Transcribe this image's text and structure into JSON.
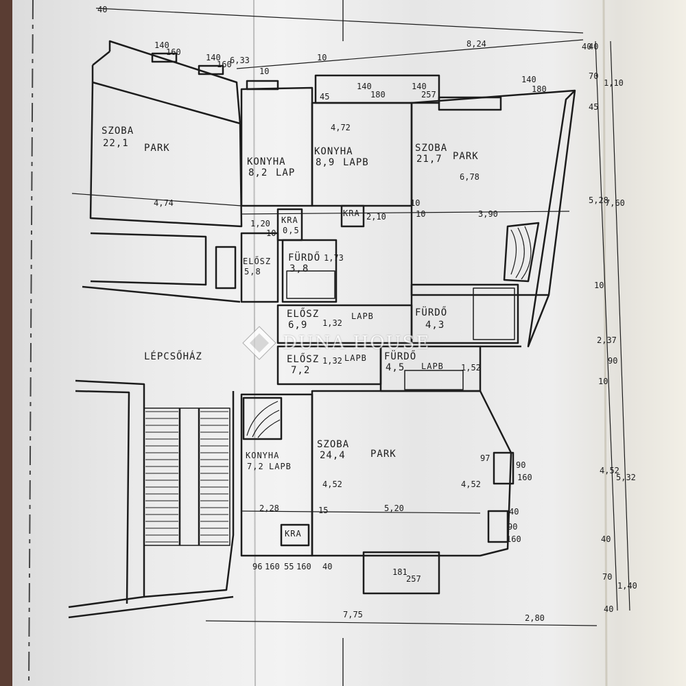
{
  "colors": {
    "ink": "#1c1c1c",
    "paper": "#efefef",
    "watermark": "#ffffff"
  },
  "watermark": {
    "brand": "DUNA HOUSE",
    "icon": "diamond-logo-icon"
  },
  "rooms": [
    {
      "key": "szoba_nw",
      "name": "SZOBA",
      "area": "22,1",
      "floor": "PARK"
    },
    {
      "key": "konyha_1",
      "name": "KONYHA",
      "area": "8,2",
      "floor": "LAP"
    },
    {
      "key": "konyha_2",
      "name": "KONYHA",
      "area": "8,9",
      "floor": "LAPB"
    },
    {
      "key": "szoba_ne",
      "name": "SZOBA",
      "area": "21,7",
      "floor": "PARK"
    },
    {
      "key": "kra_1",
      "name": "KRA",
      "area": "0,5",
      "floor": ""
    },
    {
      "key": "kra_2",
      "name": "KRA",
      "area": "",
      "floor": ""
    },
    {
      "key": "eloszt_1",
      "name": "ELŐSZ",
      "area": "5,8",
      "floor": ""
    },
    {
      "key": "furdo_1",
      "name": "FÜRDŐ",
      "area": "3,8",
      "floor": ""
    },
    {
      "key": "eloszt_2",
      "name": "ELŐSZ",
      "area": "6,9",
      "floor": "LAPB"
    },
    {
      "key": "furdo_2",
      "name": "FÜRDŐ",
      "area": "4,3",
      "floor": ""
    },
    {
      "key": "eloszt_3",
      "name": "ELŐSZ",
      "area": "7,2",
      "floor": "LAPB"
    },
    {
      "key": "furdo_3",
      "name": "FÜRDŐ",
      "area": "4,5",
      "floor": "LAPB"
    },
    {
      "key": "szoba_s",
      "name": "SZOBA",
      "area": "24,4",
      "floor": "PARK"
    },
    {
      "key": "konyha_3",
      "name": "KONYHA",
      "area": "7,2",
      "floor": "LAPB"
    },
    {
      "key": "kra_3",
      "name": "KRA",
      "area": "",
      "floor": ""
    },
    {
      "key": "lepcsohaz",
      "name": "LÉPCSŐHÁZ",
      "area": "",
      "floor": ""
    }
  ],
  "dimensions": {
    "top": [
      "40",
      "6,33",
      "10",
      "8,24",
      "40",
      "10",
      "45",
      "10"
    ],
    "right": [
      "40",
      "70",
      "1,10",
      "45",
      "5,28",
      "7,60",
      "10",
      "2,37",
      "90",
      "10",
      "4,52",
      "5,32",
      "40",
      "70",
      "1,40",
      "40"
    ],
    "bottom": [
      "7,75",
      "2,80",
      "96",
      "160",
      "55",
      "160",
      "40",
      "181",
      "257"
    ],
    "interior": [
      "4,74",
      "1,20",
      "10",
      "2,10",
      "10",
      "3,90",
      "6,78",
      "2,28",
      "15",
      "5,20",
      "4,52",
      "4,52",
      "97",
      "90",
      "160",
      "40",
      "90",
      "160",
      "1,52",
      "1,32",
      "1,32",
      "4,72",
      "1,73"
    ],
    "windows": [
      "140",
      "180",
      "140",
      "180",
      "140",
      "257",
      "140",
      "160",
      "140",
      "160"
    ]
  }
}
